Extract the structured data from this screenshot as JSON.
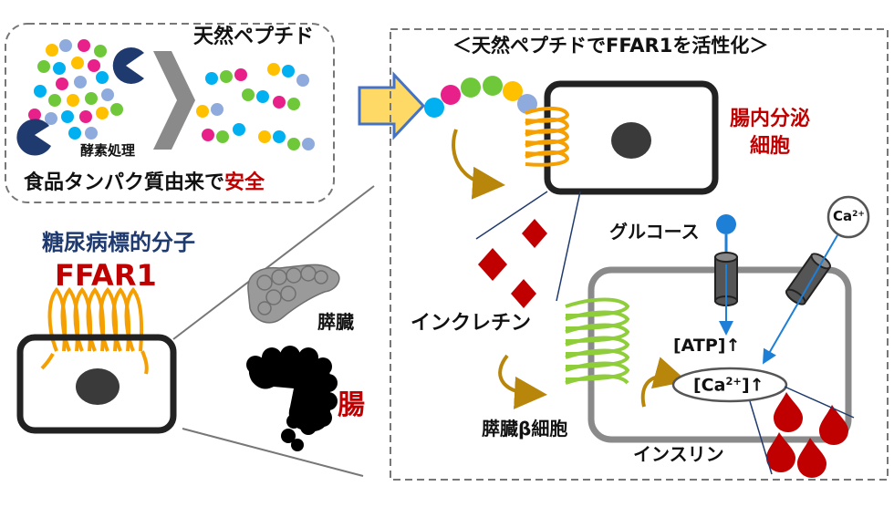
{
  "top_left_panel": {
    "title": "天然ペプチド",
    "enzyme_label": "酵素処理",
    "safety_caption_prefix": "食品タンパク質由来で",
    "safety_caption_highlight": "安全"
  },
  "left_panel": {
    "subtitle": "糖尿病標的分子",
    "receptor_name": "FFAR1",
    "organ_pancreas": "膵臓",
    "organ_intestine": "腸"
  },
  "right_panel": {
    "title": "＜天然ペプチドでFFAR1を活性化＞",
    "enteroendocrine_line1": "腸内分泌",
    "enteroendocrine_line2": "細胞",
    "glucose": "グルコース",
    "calcium_ion_base": "Ca",
    "calcium_ion_charge": "2+",
    "incretin": "インクレチン",
    "atp_label": "[ATP]↑",
    "ca_label_prefix": "[Ca",
    "ca_label_charge": "2+",
    "ca_label_suffix": "]↑",
    "beta_cell": "膵臓β細胞",
    "insulin": "インスリン"
  },
  "colors": {
    "receptor_orange": "#f5a000",
    "receptor_green": "#8fce3a",
    "incretin_red": "#c00000",
    "glucose_blue": "#1e7fd6",
    "navy_text": "#1f3a6e",
    "red_text": "#c00000",
    "bead_palette": [
      "#00b0f0",
      "#e8208a",
      "#6fc83a",
      "#ffc000",
      "#8faadc"
    ]
  }
}
